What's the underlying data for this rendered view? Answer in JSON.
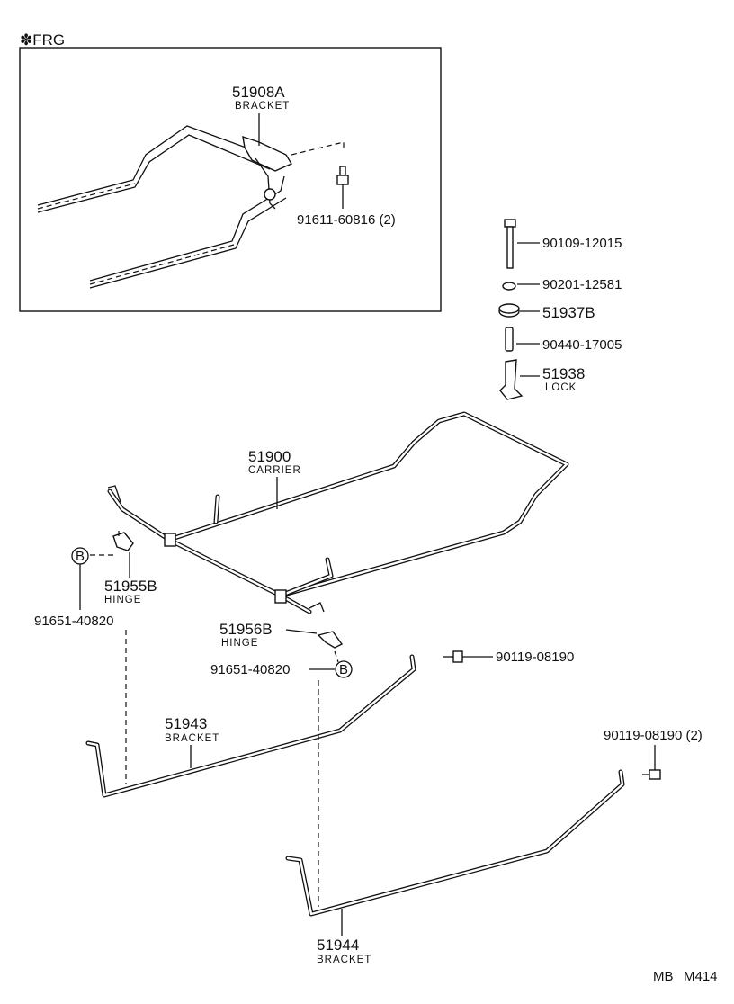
{
  "inset": {
    "title": "✽FRG",
    "bracket_number": "51908A",
    "bracket_label": "BRACKET",
    "bolt": "91611-60816 (2)"
  },
  "fasteners": {
    "bolt": "90109-12015",
    "washer": "90201-12581",
    "cushion": "51937B",
    "pin": "90440-17005",
    "lock_number": "51938",
    "lock_label": "LOCK"
  },
  "carrier": {
    "number": "51900",
    "label": "CARRIER"
  },
  "hinge_left": {
    "number": "51955B",
    "label": "HINGE",
    "bolt": "91651-40820",
    "ref": "B"
  },
  "hinge_right": {
    "number": "51956B",
    "label": "HINGE",
    "bolt": "91651-40820",
    "ref": "B"
  },
  "bolt_upper": "90119-08190",
  "bolt_lower": "90119-08190 (2)",
  "bracket_front": {
    "number": "51943",
    "label": "BRACKET"
  },
  "bracket_rear": {
    "number": "51944",
    "label": "BRACKET"
  },
  "footer": {
    "code_a": "MB",
    "code_b": "M414"
  }
}
